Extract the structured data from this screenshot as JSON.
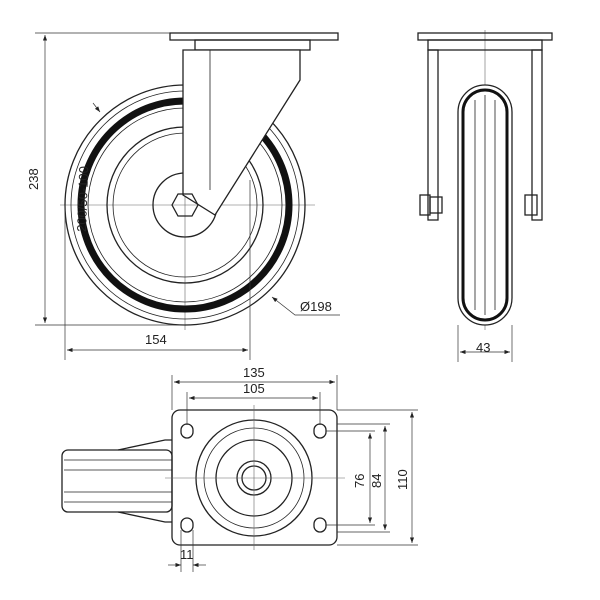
{
  "dimensions": {
    "overall_height": "238",
    "offset": "154",
    "wheel_diameter": "Ø198",
    "wheel_width": "43",
    "plate_width": "135",
    "hole_spacing_x": "105",
    "hole_spacing_y": "76",
    "hole_spacing_y2": "84",
    "plate_length": "110",
    "hole_diameter": "11"
  },
  "tire_marking": "200/50-100"
}
